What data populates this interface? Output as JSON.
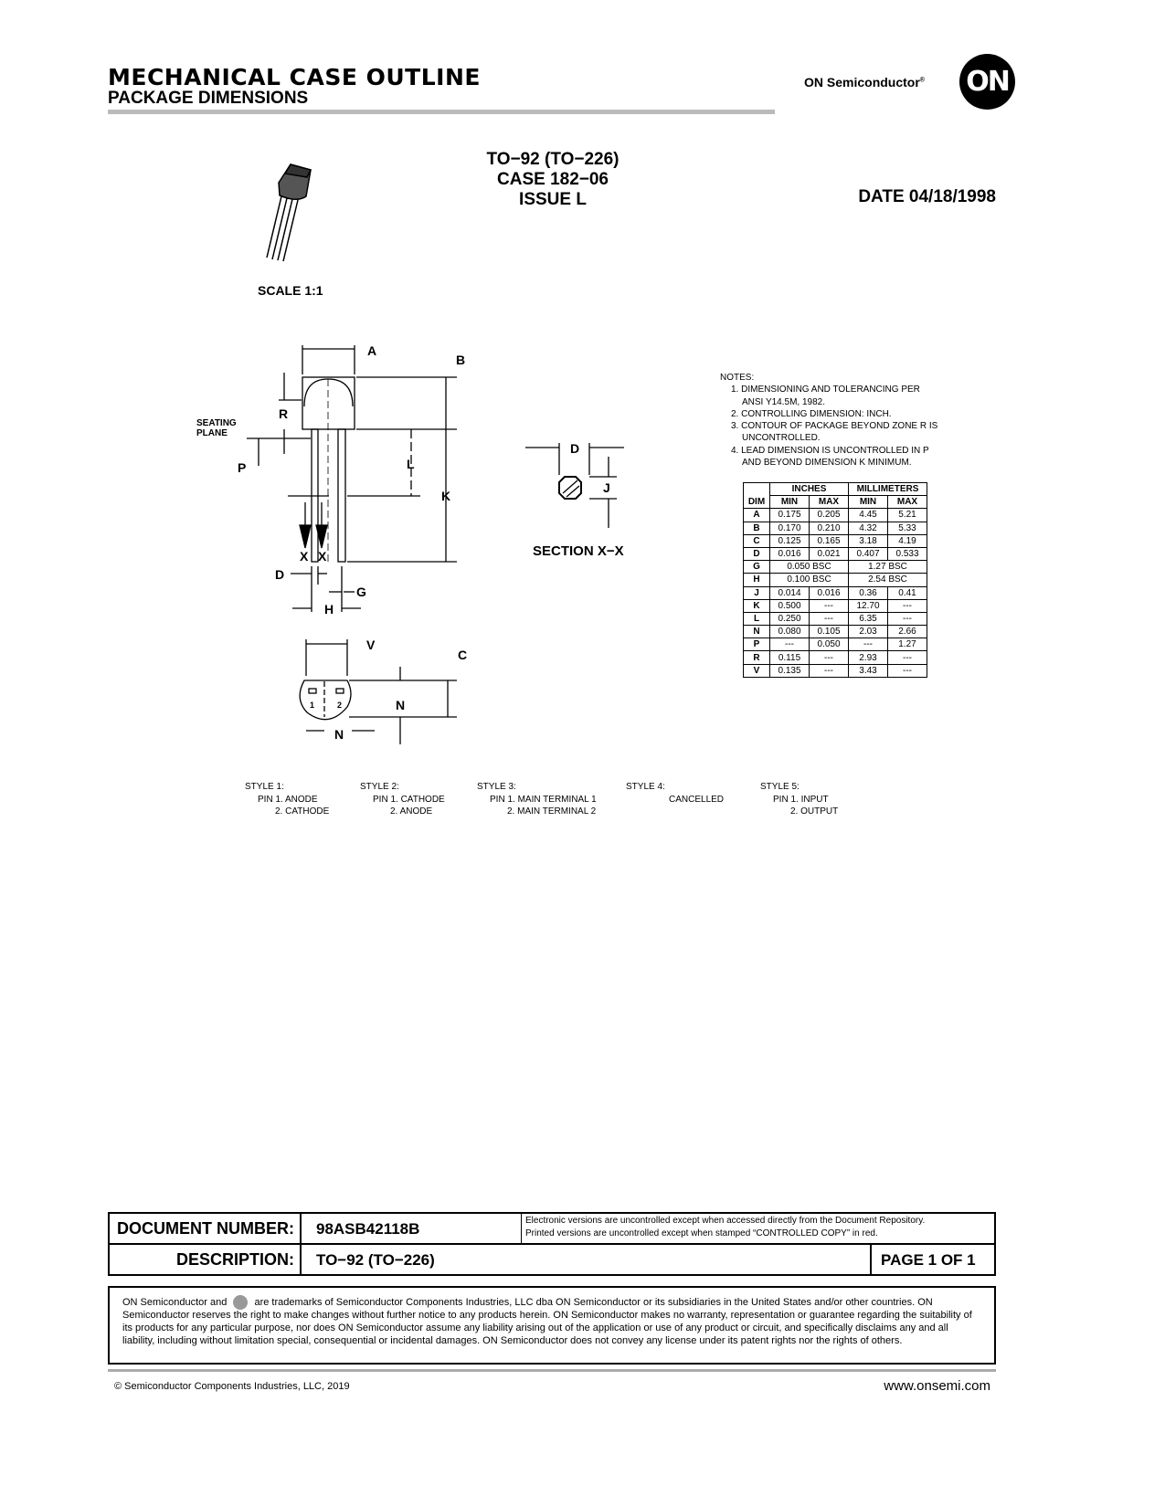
{
  "header": {
    "title": "MECHANICAL CASE OUTLINE",
    "subtitle": "PACKAGE DIMENSIONS",
    "brand": "ON Semiconductor",
    "brand_reg": "®",
    "logo_text": "ON"
  },
  "package": {
    "name": "TO−92 (TO−226)",
    "case": "CASE 182−06",
    "issue": "ISSUE L",
    "date": "DATE 04/18/1998",
    "scale": "SCALE 1:1"
  },
  "drawing": {
    "A": "A",
    "B": "B",
    "R": "R",
    "seating1": "SEATING",
    "seating2": "PLANE",
    "P": "P",
    "L": "L",
    "K": "K",
    "X1": "X",
    "X2": "X",
    "D": "D",
    "G": "G",
    "H": "H",
    "V": "V",
    "C": "C",
    "N1": "N",
    "N2": "N",
    "pin1": "1",
    "pin2": "2",
    "sec_D": "D",
    "sec_J": "J",
    "section": "SECTION X−X"
  },
  "notes": {
    "title": "NOTES:",
    "items": [
      "1. DIMENSIONING AND TOLERANCING PER ANSI Y14.5M, 1982.",
      "2. CONTROLLING DIMENSION: INCH.",
      "3. CONTOUR OF PACKAGE BEYOND ZONE R IS UNCONTROLLED.",
      "4. LEAD DIMENSION IS UNCONTROLLED IN P AND BEYOND DIMENSION K MINIMUM."
    ]
  },
  "table": {
    "groups": [
      "INCHES",
      "MILLIMETERS"
    ],
    "headers": [
      "DIM",
      "MIN",
      "MAX",
      "MIN",
      "MAX"
    ],
    "rows": [
      [
        "A",
        "0.175",
        "0.205",
        "4.45",
        "5.21"
      ],
      [
        "B",
        "0.170",
        "0.210",
        "4.32",
        "5.33"
      ],
      [
        "C",
        "0.125",
        "0.165",
        "3.18",
        "4.19"
      ],
      [
        "D",
        "0.016",
        "0.021",
        "0.407",
        "0.533"
      ],
      [
        "G",
        "0.050 BSC",
        "",
        "1.27 BSC",
        ""
      ],
      [
        "H",
        "0.100 BSC",
        "",
        "2.54 BSC",
        ""
      ],
      [
        "J",
        "0.014",
        "0.016",
        "0.36",
        "0.41"
      ],
      [
        "K",
        "0.500",
        "---",
        "12.70",
        "---"
      ],
      [
        "L",
        "0.250",
        "---",
        "6.35",
        "---"
      ],
      [
        "N",
        "0.080",
        "0.105",
        "2.03",
        "2.66"
      ],
      [
        "P",
        "---",
        "0.050",
        "---",
        "1.27"
      ],
      [
        "R",
        "0.115",
        "---",
        "2.93",
        "---"
      ],
      [
        "V",
        "0.135",
        "---",
        "3.43",
        "---"
      ]
    ]
  },
  "styles": [
    {
      "title": "STYLE 1:",
      "lines": [
        "PIN 1.  ANODE",
        "2.  CATHODE"
      ]
    },
    {
      "title": "STYLE 2:",
      "lines": [
        "PIN 1.  CATHODE",
        "2.  ANODE"
      ]
    },
    {
      "title": "STYLE 3:",
      "lines": [
        "PIN 1.  MAIN TERMINAL 1",
        "2.  MAIN TERMINAL 2"
      ]
    },
    {
      "title": "STYLE 4:",
      "lines": [
        "CANCELLED"
      ]
    },
    {
      "title": "STYLE 5:",
      "lines": [
        "PIN 1.  INPUT",
        "2.  OUTPUT"
      ]
    }
  ],
  "footer": {
    "doc_label": "DOCUMENT NUMBER:",
    "doc_number": "98ASB42118B",
    "notice1": "Electronic versions are uncontrolled except when accessed directly from the Document Repository.",
    "notice2": "Printed  versions are uncontrolled  except when stamped  “CONTROLLED COPY” in red.",
    "desc_label": "DESCRIPTION:",
    "desc_value": "TO−92 (TO−226)",
    "page": "PAGE 1 OF 1",
    "legal_a": "ON Semiconductor and",
    "legal_b": "are trademarks of Semiconductor Components Industries, LLC dba ON Semiconductor or its subsidiaries in the United States and/or other countries. ON Semiconductor reserves the right to make changes without further notice to any products herein. ON Semiconductor makes no warranty, representation or guarantee regarding the suitability of its products for any particular purpose, nor does ON Semiconductor assume any liability arising out of the application or use of any product or circuit, and specifically disclaims any and all liability, including without limitation special, consequential or incidental damages. ON Semiconductor does not convey any license under its patent rights nor the rights of others.",
    "copyright": "©  Semiconductor Components Industries, LLC, 2019",
    "website": "www.onsemi.com"
  }
}
